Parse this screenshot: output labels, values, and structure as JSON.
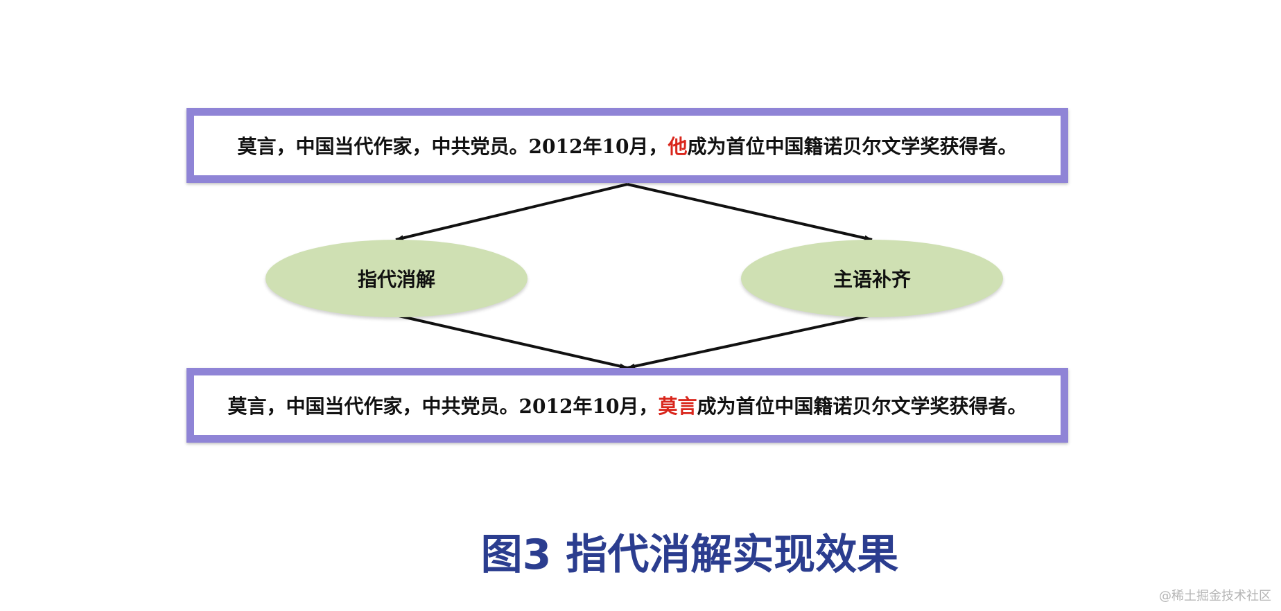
{
  "top_sentence": {
    "before": "莫言，中国当代作家，中共党员。2012年10月，",
    "highlight": "他",
    "after": "成为首位中国籍诺贝尔文学奖获得者。"
  },
  "nodes": {
    "left": "指代消解",
    "right": "主语补齐"
  },
  "bottom_sentence": {
    "before": "莫言，中国当代作家，中共党员。2012年10月，",
    "highlight": "莫言",
    "after": "成为首位中国籍诺贝尔文学奖获得者。"
  },
  "caption": "图3 指代消解实现效果",
  "watermark": "@稀土掘金技术社区",
  "colors": {
    "box_border": "#8f84d6",
    "ellipse_fill": "#cfe0b3",
    "highlight": "#d9261c",
    "caption": "#2b3d8f"
  }
}
